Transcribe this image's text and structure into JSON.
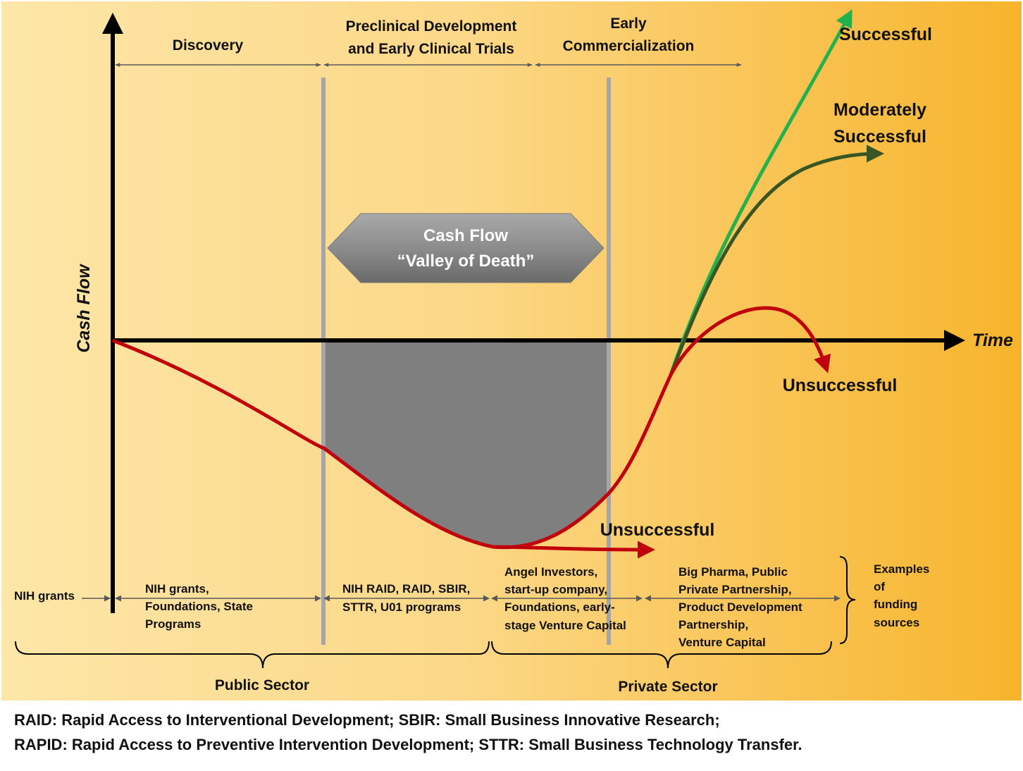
{
  "phases": {
    "discovery": "Discovery",
    "preclinical_line1": "Preclinical Development",
    "preclinical_line2": "and Early Clinical Trials",
    "commercial_line1": "Early",
    "commercial_line2": "Commercialization"
  },
  "axes": {
    "y_label": "Cash Flow",
    "x_label": "Time"
  },
  "valley": {
    "line1": "Cash Flow",
    "line2": "“Valley of Death”"
  },
  "outcomes": {
    "successful": "Successful",
    "moderate_line1": "Moderately",
    "moderate_line2": "Successful",
    "unsuccessful_upper": "Unsuccessful",
    "unsuccessful_lower": "Unsuccessful"
  },
  "funding": {
    "nih": "NIH grants",
    "discovery": [
      "NIH grants,",
      "Foundations, State",
      "Programs"
    ],
    "preclinical": [
      "NIH RAID, RAID, SBIR,",
      "STTR, U01 programs"
    ],
    "early": [
      "Angel Investors,",
      "start-up company,",
      "Foundations, early-",
      "stage Venture Capital"
    ],
    "commercial": [
      "Big Pharma, Public",
      "Private Partnership,",
      "Product Development",
      "Partnership,",
      "Venture Capital"
    ],
    "examples": [
      "Examples",
      "of",
      "funding",
      "sources"
    ]
  },
  "sectors": {
    "public": "Public Sector",
    "private": "Private Sector"
  },
  "footnote": {
    "line1": "RAID: Rapid Access to Interventional Development; SBIR: Small Business Innovative Research;",
    "line2": "RAPID: Rapid Access to Preventive Intervention Development; STTR: Small Business Technology Transfer."
  },
  "colors": {
    "bg_light": "#fde4a4",
    "bg_dark": "#f8b52a",
    "red": "#c0000a",
    "green_bright": "#22b14c",
    "green_dark": "#375623",
    "valley_fill": "#7f7f7f",
    "divider": "#a6a6a6"
  }
}
